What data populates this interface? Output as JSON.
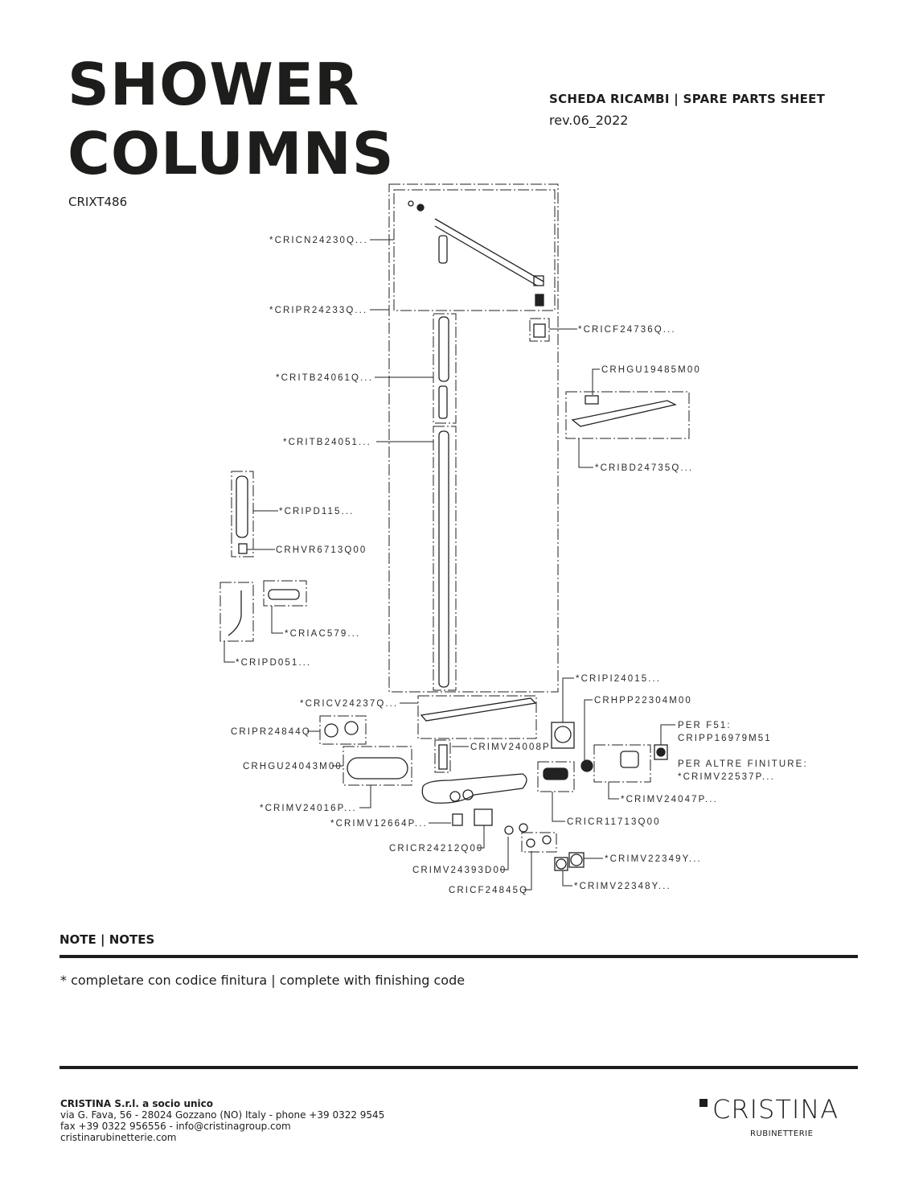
{
  "header": {
    "title_line1": "SHOWER",
    "title_line2": "COLUMNS",
    "product_code": "CRIXT486",
    "sheet_title": "SCHEDA RICAMBI | SPARE PARTS SHEET",
    "revision": "rev.06_2022"
  },
  "labels": [
    "*CRICN24230Q...",
    "*CRIPR24233Q...",
    "*CRITB24061Q...",
    "*CRITB24051...",
    "*CRICF24736Q...",
    "CRHGU19485M00",
    "*CRIBD24735Q...",
    "*CRIPD115...",
    "CRHVR6713Q00",
    "*CRIAC579...",
    "*CRIPD051...",
    "*CRICV24237Q...",
    "CRIPR24844Q",
    "CRHGU24043M00",
    "*CRIMV24016P...",
    "*CRIMV12664P...",
    "CRICR24212Q00",
    "CRIMV24393D00",
    "CRICF24845Q",
    "CRIMV24008P",
    "*CRIPI24015...",
    "CRHPP22304M00",
    "PER F51:",
    "CRIPP16979M51",
    "PER ALTRE FINITURE:",
    "*CRIMV22537P...",
    "*CRIMV24047P...",
    "CRICR11713Q00",
    "*CRIMV22349Y...",
    "*CRIMV22348Y..."
  ],
  "notes": {
    "heading": "NOTE | NOTES",
    "text": "* completare con codice finitura  | complete with finishing code"
  },
  "footer": {
    "company": "CRISTINA S.r.l. a socio unico",
    "address": "via G. Fava, 56 - 28024 Gozzano (NO) Italy - phone +39 0322 9545",
    "contact": "fax +39 0322 956556 - info@cristinagroup.com",
    "website": "cristinarubinetterie.com",
    "logo_text": "CRISTINA",
    "logo_sub": "RUBINETTERIE"
  }
}
